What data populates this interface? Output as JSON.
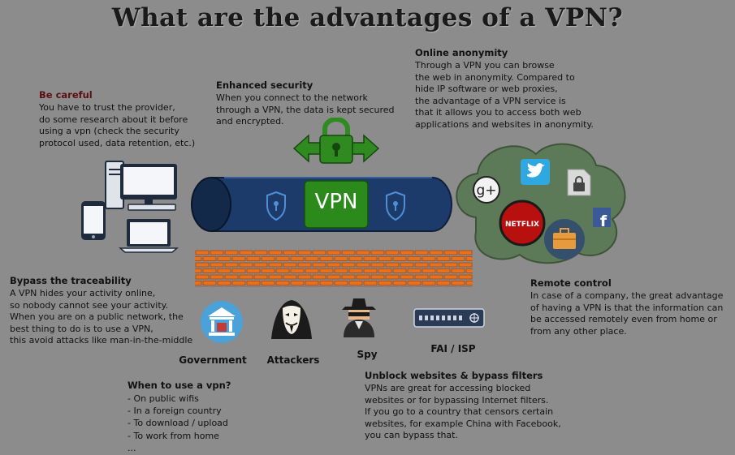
{
  "title": "What are the advantages of a VPN?",
  "sections": {
    "be_careful": {
      "heading": "Be careful",
      "body": "You have to trust the provider,\ndo some research about it before\nusing a vpn (check the security\nprotocol used, data retention, etc.)"
    },
    "enhanced_security": {
      "heading": "Enhanced security",
      "body": "When you connect to the network\nthrough a VPN, the data is  kept secured\nand encrypted."
    },
    "online_anonymity": {
      "heading": "Online anonymity",
      "body": "Through a VPN you can browse\nthe web in anonymity. Compared to\nhide IP software or web proxies,\nthe advantage of a VPN service is\nthat it allows you to access both web\napplications and websites in anonymity."
    },
    "bypass_traceability": {
      "heading": "Bypass the traceability",
      "body": "A VPN hides your activity online,\nso nobody cannot see your activity.\nWhen you are on a public network, the\nbest thing to do is to use a VPN,\nthis avoid attacks like man-in-the-middle"
    },
    "remote_control": {
      "heading": "Remote control",
      "body": "In case of a company, the great advantage\nof having a VPN is that the information can\nbe accessed remotely even from home or\nfrom any other place."
    },
    "when_to_use": {
      "heading": "When to use a vpn?",
      "items": [
        "- On public wifis",
        "- In a foreign country",
        "- To download / upload",
        "- To work from home",
        "..."
      ]
    },
    "unblock": {
      "heading": "Unblock websites & bypass filters",
      "body": "VPNs are great for accessing blocked\nwebsites or for bypassing Internet filters.\nIf you go to a country that censors certain\nwebsites, for example China with Facebook,\nyou can bypass that."
    }
  },
  "tunnel_label": "VPN",
  "threat_labels": {
    "government": "Government",
    "attackers": "Attackers",
    "spy": "Spy",
    "isp": "FAI / ISP"
  },
  "icons": [
    "desktop-computer-icon",
    "smartphone-icon",
    "laptop-icon",
    "padlock-icon",
    "shield-icon",
    "google-plus-icon",
    "twitter-icon",
    "file-lock-icon",
    "netflix-icon",
    "briefcase-icon",
    "facebook-icon",
    "government-building-icon",
    "anonymous-mask-icon",
    "spy-icon",
    "router-icon"
  ],
  "colors": {
    "tunnel": "#1c3b6b",
    "vpn_badge": "#2c8a1d",
    "lock_green": "#2f8a20",
    "brick": "#e8711f",
    "cloud": "#5d7a58",
    "background": "#8c8c8c"
  }
}
